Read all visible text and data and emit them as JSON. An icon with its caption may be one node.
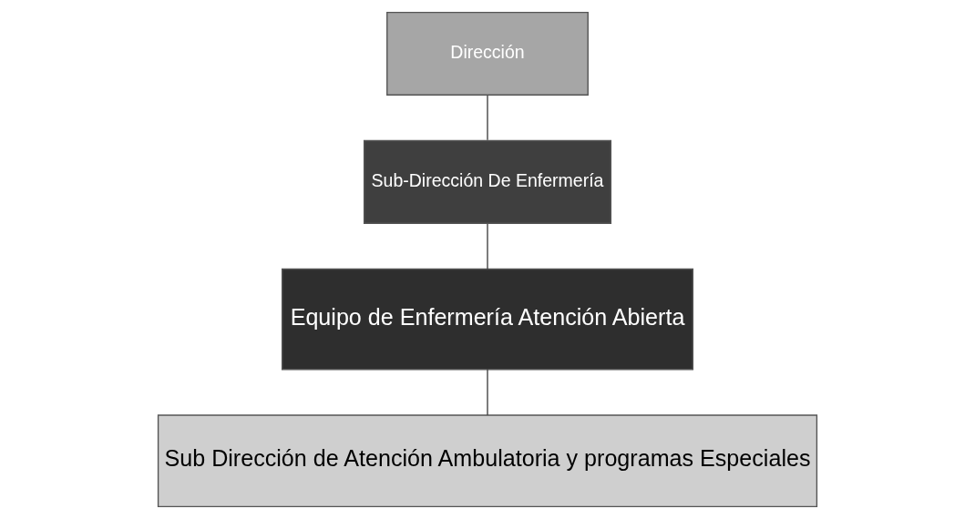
{
  "diagram": {
    "nodes": [
      {
        "text": [
          "Dirección"
        ]
      },
      {
        "text": [
          "Sub-Dirección De Enfermería"
        ]
      },
      {
        "text": [
          "Equipo de Enfermería Atención Abierta"
        ]
      },
      {
        "text": [
          "Sub Dirección de Atención Ambulatoria y programas Especiales"
        ]
      }
    ],
    "edges": [
      {
        "from": 0,
        "to": 1,
        "arrow": "none"
      },
      {
        "from": 1,
        "to": 2,
        "arrow": "none"
      },
      {
        "from": 2,
        "to": 3,
        "arrow": "none"
      }
    ]
  }
}
